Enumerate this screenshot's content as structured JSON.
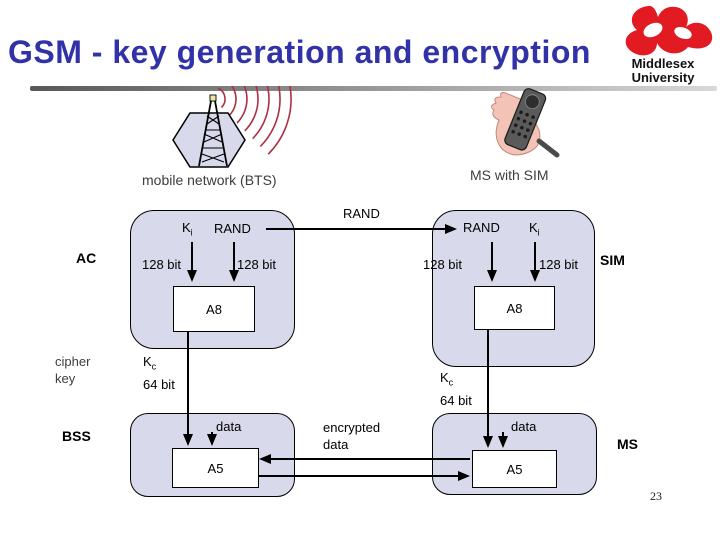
{
  "slide": {
    "title": "GSM - key generation and encryption",
    "page_number": "23"
  },
  "logo": {
    "name_line1": "Middlesex",
    "name_line2": "University"
  },
  "network": {
    "bts_caption": "mobile network (BTS)",
    "ms_caption": "MS with SIM"
  },
  "diagram": {
    "rand_channel_label": "RAND",
    "encrypted_channel_label": "encrypted\ndata",
    "cipher_key_label": "cipher\nkey",
    "ac": {
      "label": "AC",
      "ki_base": "K",
      "ki_sub": "i",
      "rand": "RAND",
      "ki_bits": "128 bit",
      "rand_bits": "128 bit",
      "algo": "A8"
    },
    "sim": {
      "label": "SIM",
      "rand": "RAND",
      "ki_base": "K",
      "ki_sub": "i",
      "rand_bits": "128 bit",
      "ki_bits": "128 bit",
      "algo": "A8"
    },
    "kc_bss": {
      "base": "K",
      "sub": "c",
      "bits": "64 bit"
    },
    "kc_ms": {
      "base": "K",
      "sub": "c",
      "bits": "64 bit"
    },
    "bss": {
      "label": "BSS",
      "data": "data",
      "algo": "A5"
    },
    "ms": {
      "label": "MS",
      "data": "data",
      "algo": "A5"
    }
  },
  "colors": {
    "accent_blue": "#3232a8",
    "box_lavender": "#d9d9ec",
    "wave_red": "#ad2f44",
    "logo_red": "#e21b23"
  }
}
